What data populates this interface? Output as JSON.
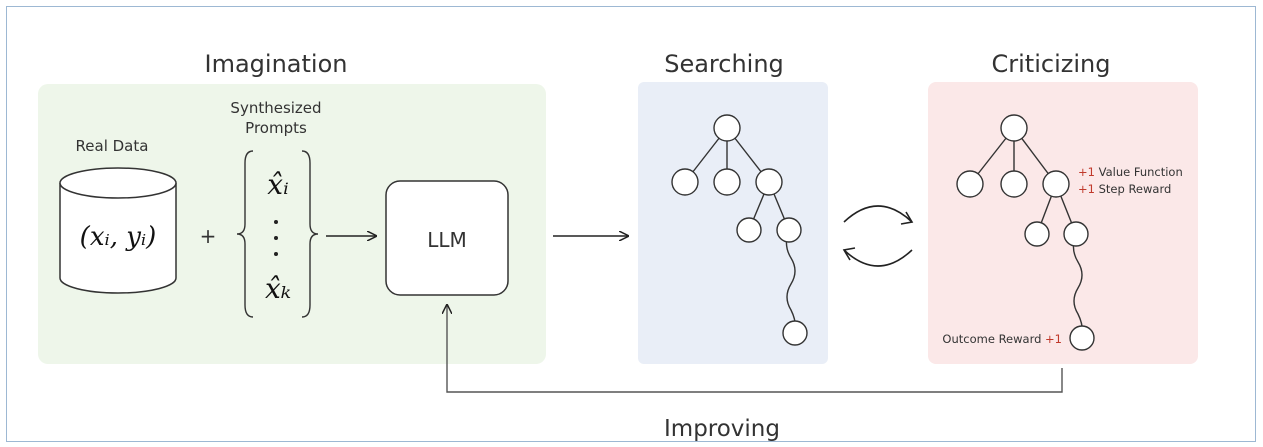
{
  "sections": {
    "imagination": "Imagination",
    "searching": "Searching",
    "criticizing": "Criticizing",
    "improving": "Improving"
  },
  "imagination": {
    "real_data_label": "Real Data",
    "real_data_math": "(xᵢ, yᵢ)",
    "synth_label_line1": "Synthesized",
    "synth_label_line2": "Prompts",
    "plus": "+",
    "prompt_top": "x̂ᵢ",
    "prompt_bottom": "x̂ₖ",
    "llm_label": "LLM"
  },
  "criticizing": {
    "value_fn_plus": "+1",
    "value_fn_text": " Value Function",
    "step_reward_plus": "+1",
    "step_reward_text": " Step Reward",
    "outcome_text": "Outcome Reward ",
    "outcome_plus": "+1"
  },
  "colors": {
    "imagination_panel": "#eef6ea",
    "searching_panel": "#e9eef7",
    "criticizing_panel": "#fbe8e8",
    "reward_accent": "#c0392b",
    "frame_border": "#9db8d3"
  }
}
